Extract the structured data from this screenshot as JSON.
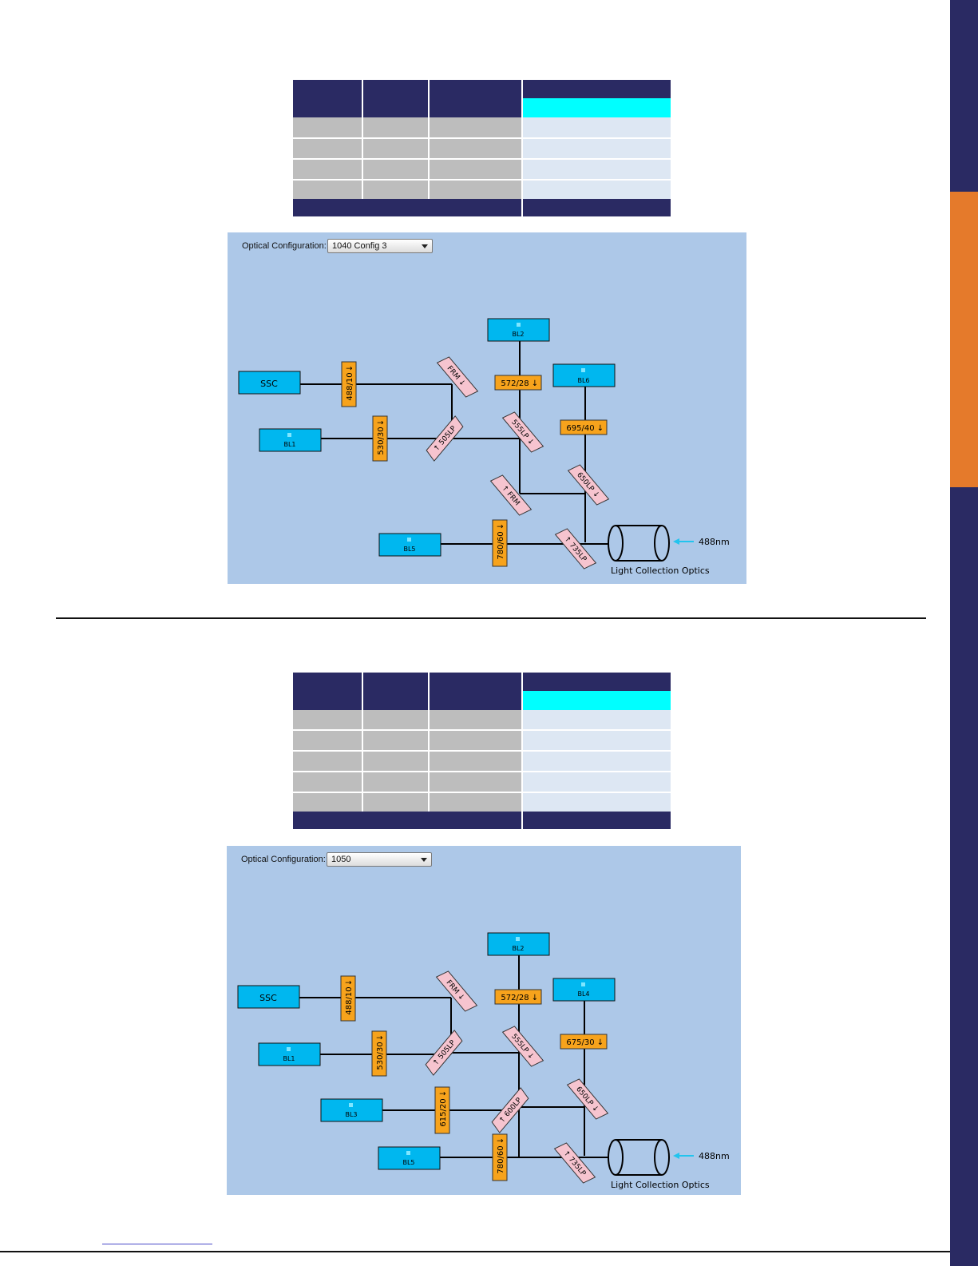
{
  "colors": {
    "navy": "#2a2a63",
    "orange": "#e57a2b",
    "cyan": "#00ffff",
    "panel_bg": "#adc8e8",
    "detector_blue": "#00b7ef",
    "filter_orange": "#f7a31c",
    "dichroic_pink": "#f6c4cf"
  },
  "icons": {
    "dropdown": "chevron-down-icon",
    "laser_arrow": "arrow-left-icon",
    "optics": "cylinder-lens-icon"
  },
  "config1": {
    "label": "Optical Configuration:",
    "selected": "1040 Config 3",
    "detectors": {
      "ssc": "SSC",
      "bl1": "BL1",
      "bl2": "BL2",
      "bl6": "BL6",
      "bl5": "BL5"
    },
    "filters": {
      "f488": "488/10",
      "f530": "530/30",
      "f572": "572/28",
      "f695": "695/40",
      "f780": "780/60"
    },
    "dichroics": {
      "frm1": "FRM",
      "d505": "505LP",
      "d555": "555LP",
      "frm2": "FRM",
      "d650": "650LP",
      "d735": "735LP"
    },
    "laser": "488nm",
    "optics": "Light Collection Optics"
  },
  "config2": {
    "label": "Optical Configuration:",
    "selected": "1050",
    "detectors": {
      "ssc": "SSC",
      "bl1": "BL1",
      "bl2": "BL2",
      "bl4": "BL4",
      "bl3": "BL3",
      "bl5": "BL5"
    },
    "filters": {
      "f488": "488/10",
      "f530": "530/30",
      "f572": "572/28",
      "f675": "675/30",
      "f615": "615/20",
      "f780": "780/60"
    },
    "dichroics": {
      "frm": "FRM",
      "d505": "505LP",
      "d555": "555LP",
      "d600": "600LP",
      "d650": "650LP",
      "d735": "735LP"
    },
    "laser": "488nm",
    "optics": "Light Collection Optics"
  }
}
